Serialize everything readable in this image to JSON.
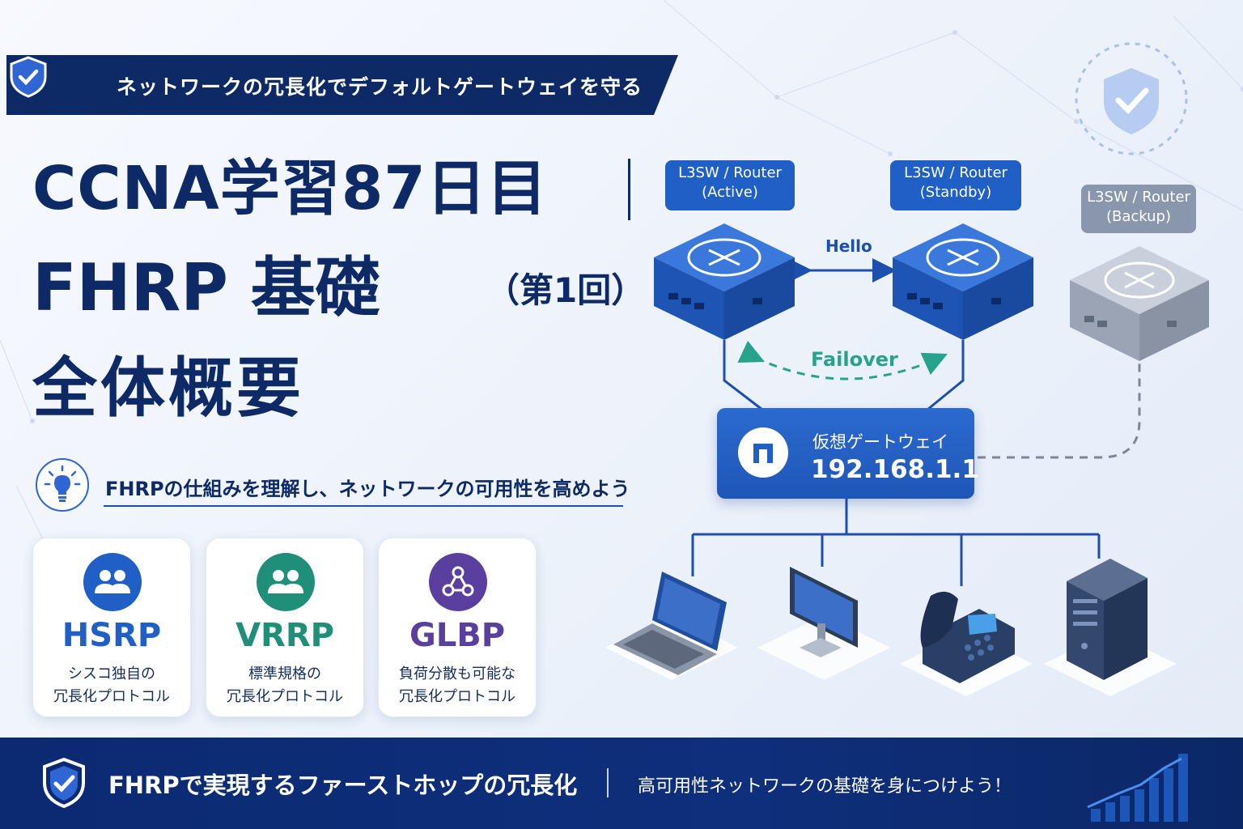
{
  "ribbon": {
    "text": "ネットワークの冗長化でデフォルトゲートウェイを守る"
  },
  "title": {
    "line1": "CCNA学習87日目",
    "line2": "FHRP 基礎",
    "line2_suffix": "（第1回）",
    "line3": "全体概要"
  },
  "subtitle": "FHRPの仕組みを理解し、ネットワークの可用性を高めよう",
  "cards": [
    {
      "name": "HSRP",
      "desc": "シスコ独自の\n冗長化プロトコル",
      "color": "#1f5fc6",
      "icon": "users-icon"
    },
    {
      "name": "VRRP",
      "desc": "標準規格の\n冗長化プロトコル",
      "color": "#1f8f7a",
      "icon": "users-icon"
    },
    {
      "name": "GLBP",
      "desc": "負荷分散も可能な\n冗長化プロトコル",
      "color": "#5a3f9e",
      "icon": "share-nodes-icon"
    }
  ],
  "diagram": {
    "active_label": "L3SW / Router\n(Active)",
    "standby_label": "L3SW / Router\n(Standby)",
    "backup_label": "L3SW / Router\n(Backup)",
    "hello": "Hello",
    "failover": "Failover",
    "gateway_title": "仮想ゲートウェイ",
    "gateway_ip": "192.168.1.1",
    "endpoints": [
      "laptop-icon",
      "monitor-icon",
      "phone-icon",
      "server-icon"
    ]
  },
  "footer": {
    "main": "FHRPで実現するファーストホップの冗長化",
    "sub": "高可用性ネットワークの基礎を身につけよう！"
  },
  "colors": {
    "navy": "#0d2a66",
    "blue": "#1f5fc6",
    "teal": "#27a38a",
    "gray": "#8a96ab"
  }
}
